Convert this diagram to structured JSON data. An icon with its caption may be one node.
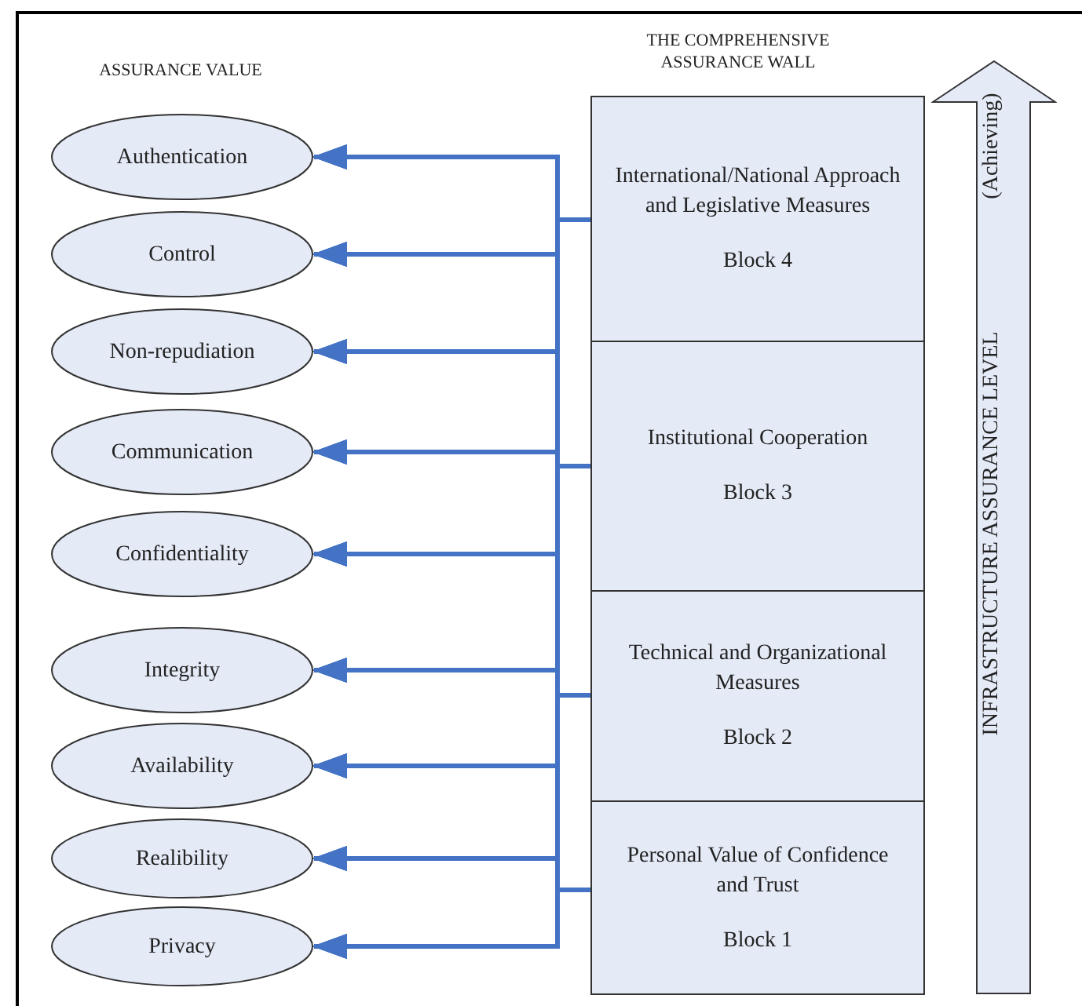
{
  "diagram": {
    "nodes": [
      {
        "text": [
          "Authentication"
        ]
      },
      {
        "text": [
          "Control"
        ]
      },
      {
        "text": [
          "Non-repudiation"
        ]
      },
      {
        "text": [
          "Communication"
        ]
      },
      {
        "text": [
          "Confidentiality"
        ]
      },
      {
        "text": [
          "Integrity"
        ]
      },
      {
        "text": [
          "Availability"
        ]
      },
      {
        "text": [
          "Realibility"
        ]
      },
      {
        "text": [
          "Privacy"
        ]
      },
      {
        "text": [
          "International/National Approach and Legislative Measures",
          "Block 4"
        ]
      },
      {
        "text": [
          "Institutional Cooperation",
          "Block 3"
        ]
      },
      {
        "text": [
          "Technical and Organizational Measures",
          "Block 2"
        ]
      },
      {
        "text": [
          "Personal Value of Confidence and Trust",
          "Block 1"
        ]
      },
      {
        "text": [
          "INFRASTRUCTURE ASSURANCE LEVEL",
          "(Achieving)"
        ]
      }
    ],
    "edges": [
      {
        "from": 9,
        "to": 0,
        "arrow": "to"
      },
      {
        "from": 9,
        "to": 1,
        "arrow": "to"
      },
      {
        "from": 9,
        "to": 2,
        "arrow": "to"
      },
      {
        "from": 9,
        "to": 3,
        "arrow": "to"
      },
      {
        "from": 9,
        "to": 4,
        "arrow": "to"
      },
      {
        "from": 9,
        "to": 5,
        "arrow": "to"
      },
      {
        "from": 9,
        "to": 6,
        "arrow": "to"
      },
      {
        "from": 9,
        "to": 7,
        "arrow": "to"
      },
      {
        "from": 9,
        "to": 8,
        "arrow": "to"
      },
      {
        "from": 10,
        "to": 0,
        "arrow": "to"
      },
      {
        "from": 10,
        "to": 1,
        "arrow": "to"
      },
      {
        "from": 10,
        "to": 2,
        "arrow": "to"
      },
      {
        "from": 10,
        "to": 3,
        "arrow": "to"
      },
      {
        "from": 10,
        "to": 4,
        "arrow": "to"
      },
      {
        "from": 10,
        "to": 5,
        "arrow": "to"
      },
      {
        "from": 10,
        "to": 6,
        "arrow": "to"
      },
      {
        "from": 10,
        "to": 7,
        "arrow": "to"
      },
      {
        "from": 10,
        "to": 8,
        "arrow": "to"
      },
      {
        "from": 11,
        "to": 0,
        "arrow": "to"
      },
      {
        "from": 11,
        "to": 1,
        "arrow": "to"
      },
      {
        "from": 11,
        "to": 2,
        "arrow": "to"
      },
      {
        "from": 11,
        "to": 3,
        "arrow": "to"
      },
      {
        "from": 11,
        "to": 4,
        "arrow": "to"
      },
      {
        "from": 11,
        "to": 5,
        "arrow": "to"
      },
      {
        "from": 11,
        "to": 6,
        "arrow": "to"
      },
      {
        "from": 11,
        "to": 7,
        "arrow": "to"
      },
      {
        "from": 11,
        "to": 8,
        "arrow": "to"
      },
      {
        "from": 12,
        "to": 0,
        "arrow": "to"
      },
      {
        "from": 12,
        "to": 1,
        "arrow": "to"
      },
      {
        "from": 12,
        "to": 2,
        "arrow": "to"
      },
      {
        "from": 12,
        "to": 3,
        "arrow": "to"
      },
      {
        "from": 12,
        "to": 4,
        "arrow": "to"
      },
      {
        "from": 12,
        "to": 5,
        "arrow": "to"
      },
      {
        "from": 12,
        "to": 6,
        "arrow": "to"
      },
      {
        "from": 12,
        "to": 7,
        "arrow": "to"
      },
      {
        "from": 12,
        "to": 8,
        "arrow": "to"
      }
    ],
    "labels": [
      "ASSURANCE VALUE",
      "THE COMPREHENSIVE ASSURANCE WALL"
    ]
  }
}
